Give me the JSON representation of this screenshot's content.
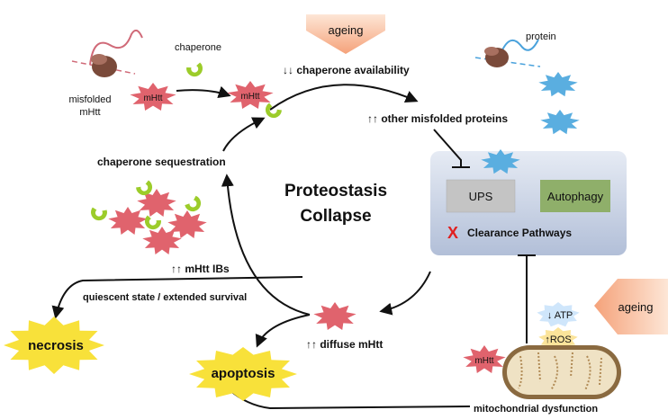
{
  "title_line1": "Proteostasis",
  "title_line2": "Collapse",
  "labels": {
    "ageing_top": "ageing",
    "ageing_right": "ageing",
    "chaperone": "chaperone",
    "protein": "protein",
    "misfolded_l1": "misfolded",
    "misfolded_l2": "mHtt",
    "mhtt_star_1": "mHtt",
    "mhtt_star_2": "mHtt",
    "mhtt_star_mito": "mHtt",
    "chaperone_availability": "chaperone availability",
    "other_misfolded": "other misfolded proteins",
    "chaperone_sequestration": "chaperone sequestration",
    "mhtt_ibs": "mHtt IBs",
    "quiescent": "quiescent state / extended survival",
    "diffuse_mhtt": "diffuse mHtt",
    "necrosis": "necrosis",
    "apoptosis": "apoptosis",
    "ups": "UPS",
    "autophagy": "Autophagy",
    "clearance": "Clearance Pathways",
    "atp": "ATP",
    "ros": "ROS",
    "mito_dysfunction": "mitochondrial dysfunction"
  },
  "colors": {
    "mhtt_star": "#e0636d",
    "other_protein_star": "#5aaee0",
    "chaperone": "#9ccc2a",
    "ageing_arrow": "#f9c3a0",
    "clearance_box": "#c8d2e6",
    "ups_box": "#c4c4c4",
    "autophagy_box": "#8faf6a",
    "burst": "#f8e13a",
    "mito": "#efe2c4",
    "clearance_x": "#e02020"
  }
}
